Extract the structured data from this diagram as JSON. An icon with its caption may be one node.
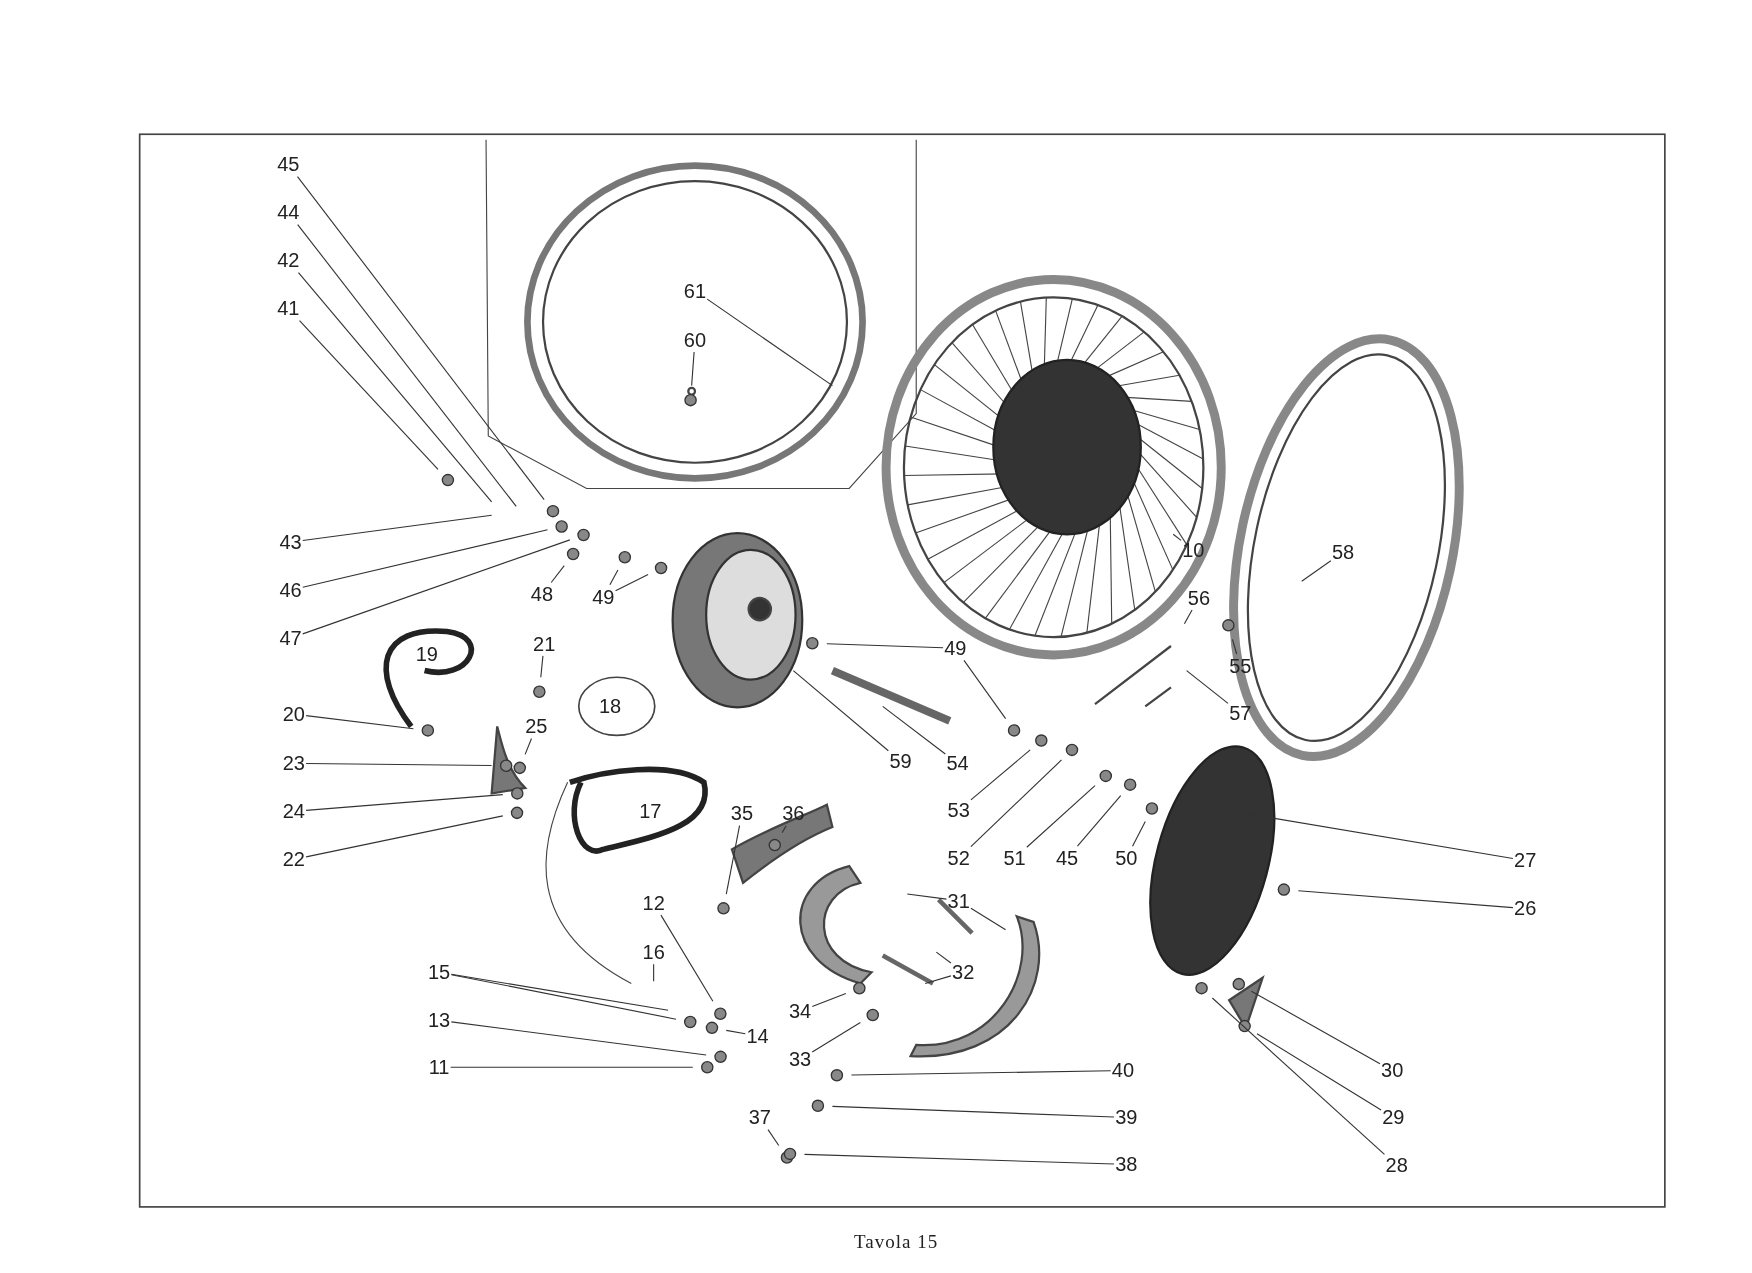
{
  "diagram": {
    "caption": "Tavola 15",
    "nodes": [
      {
        "text": [
          "45"
        ]
      },
      {
        "text": [
          "44"
        ]
      },
      {
        "text": [
          "42"
        ]
      },
      {
        "text": [
          "41"
        ]
      },
      {
        "text": [
          "61"
        ]
      },
      {
        "text": [
          "60"
        ]
      },
      {
        "text": [
          "43"
        ]
      },
      {
        "text": [
          "46"
        ]
      },
      {
        "text": [
          "47"
        ]
      },
      {
        "text": [
          "48"
        ]
      },
      {
        "text": [
          "49"
        ]
      },
      {
        "text": [
          "10"
        ]
      },
      {
        "text": [
          "58"
        ]
      },
      {
        "text": [
          "56"
        ]
      },
      {
        "text": [
          "55"
        ]
      },
      {
        "text": [
          "57"
        ]
      },
      {
        "text": [
          "21"
        ]
      },
      {
        "text": [
          "20"
        ]
      },
      {
        "text": [
          "25"
        ]
      },
      {
        "text": [
          "23"
        ]
      },
      {
        "text": [
          "24"
        ]
      },
      {
        "text": [
          "22"
        ]
      },
      {
        "text": [
          "59"
        ]
      },
      {
        "text": [
          "54"
        ]
      },
      {
        "text": [
          "49"
        ]
      },
      {
        "text": [
          "53"
        ]
      },
      {
        "text": [
          "52"
        ]
      },
      {
        "text": [
          "51"
        ]
      },
      {
        "text": [
          "45"
        ]
      },
      {
        "text": [
          "50"
        ]
      },
      {
        "text": [
          "27"
        ]
      },
      {
        "text": [
          "26"
        ]
      },
      {
        "text": [
          "35"
        ]
      },
      {
        "text": [
          "36"
        ]
      },
      {
        "text": [
          "31"
        ]
      },
      {
        "text": [
          "32"
        ]
      },
      {
        "text": [
          "12"
        ]
      },
      {
        "text": [
          "16"
        ]
      },
      {
        "text": [
          "15"
        ]
      },
      {
        "text": [
          "13"
        ]
      },
      {
        "text": [
          "11"
        ]
      },
      {
        "text": [
          "14"
        ]
      },
      {
        "text": [
          "34"
        ]
      },
      {
        "text": [
          "33"
        ]
      },
      {
        "text": [
          "40"
        ]
      },
      {
        "text": [
          "39"
        ]
      },
      {
        "text": [
          "37"
        ]
      },
      {
        "text": [
          "38"
        ]
      },
      {
        "text": [
          "30"
        ]
      },
      {
        "text": [
          "29"
        ]
      },
      {
        "text": [
          "28"
        ]
      }
    ],
    "edges": [
      {
        "from": 0,
        "to": null,
        "arrow": "none"
      },
      {
        "from": 1,
        "to": null,
        "arrow": "none"
      },
      {
        "from": 2,
        "to": null,
        "arrow": "none"
      },
      {
        "from": 3,
        "to": null,
        "arrow": "none"
      },
      {
        "from": 4,
        "to": null,
        "arrow": "none"
      },
      {
        "from": 5,
        "to": null,
        "arrow": "none"
      },
      {
        "from": 6,
        "to": null,
        "arrow": "none"
      },
      {
        "from": 7,
        "to": null,
        "arrow": "none"
      },
      {
        "from": 8,
        "to": null,
        "arrow": "none"
      },
      {
        "from": 9,
        "to": null,
        "arrow": "none"
      },
      {
        "from": 10,
        "to": null,
        "arrow": "none"
      },
      {
        "from": 10,
        "to": null,
        "arrow": "none"
      },
      {
        "from": 11,
        "to": null,
        "arrow": "none"
      },
      {
        "from": 12,
        "to": null,
        "arrow": "none"
      },
      {
        "from": 13,
        "to": null,
        "arrow": "none"
      },
      {
        "from": 14,
        "to": null,
        "arrow": "none"
      },
      {
        "from": 15,
        "to": null,
        "arrow": "none"
      },
      {
        "from": 16,
        "to": null,
        "arrow": "none"
      },
      {
        "from": 17,
        "to": null,
        "arrow": "none"
      },
      {
        "from": 18,
        "to": null,
        "arrow": "none"
      },
      {
        "from": 19,
        "to": null,
        "arrow": "none"
      },
      {
        "from": 20,
        "to": null,
        "arrow": "none"
      },
      {
        "from": 21,
        "to": null,
        "arrow": "none"
      },
      {
        "from": 22,
        "to": null,
        "arrow": "none"
      },
      {
        "from": 23,
        "to": null,
        "arrow": "none"
      },
      {
        "from": 24,
        "to": null,
        "arrow": "none"
      },
      {
        "from": 24,
        "to": null,
        "arrow": "none"
      },
      {
        "from": 25,
        "to": null,
        "arrow": "none"
      },
      {
        "from": 26,
        "to": null,
        "arrow": "none"
      },
      {
        "from": 27,
        "to": null,
        "arrow": "none"
      },
      {
        "from": 28,
        "to": null,
        "arrow": "none"
      },
      {
        "from": 29,
        "to": null,
        "arrow": "none"
      },
      {
        "from": 30,
        "to": null,
        "arrow": "none"
      },
      {
        "from": 31,
        "to": null,
        "arrow": "none"
      },
      {
        "from": 32,
        "to": null,
        "arrow": "none"
      },
      {
        "from": 33,
        "to": null,
        "arrow": "none"
      },
      {
        "from": 34,
        "to": null,
        "arrow": "none"
      },
      {
        "from": 34,
        "to": null,
        "arrow": "none"
      },
      {
        "from": 35,
        "to": null,
        "arrow": "none"
      },
      {
        "from": 35,
        "to": null,
        "arrow": "none"
      },
      {
        "from": 36,
        "to": null,
        "arrow": "none"
      },
      {
        "from": 37,
        "to": null,
        "arrow": "none"
      },
      {
        "from": 38,
        "to": null,
        "arrow": "none"
      },
      {
        "from": 38,
        "to": null,
        "arrow": "none"
      },
      {
        "from": 39,
        "to": null,
        "arrow": "none"
      },
      {
        "from": 40,
        "to": null,
        "arrow": "none"
      },
      {
        "from": 41,
        "to": null,
        "arrow": "none"
      },
      {
        "from": 42,
        "to": null,
        "arrow": "none"
      },
      {
        "from": 43,
        "to": null,
        "arrow": "none"
      },
      {
        "from": 44,
        "to": null,
        "arrow": "none"
      },
      {
        "from": 45,
        "to": null,
        "arrow": "none"
      },
      {
        "from": 46,
        "to": null,
        "arrow": "none"
      },
      {
        "from": 47,
        "to": null,
        "arrow": "none"
      },
      {
        "from": 48,
        "to": null,
        "arrow": "none"
      },
      {
        "from": 49,
        "to": null,
        "arrow": "none"
      },
      {
        "from": 50,
        "to": null,
        "arrow": "none"
      }
    ],
    "labels": [
      "19",
      "18",
      "17"
    ]
  }
}
